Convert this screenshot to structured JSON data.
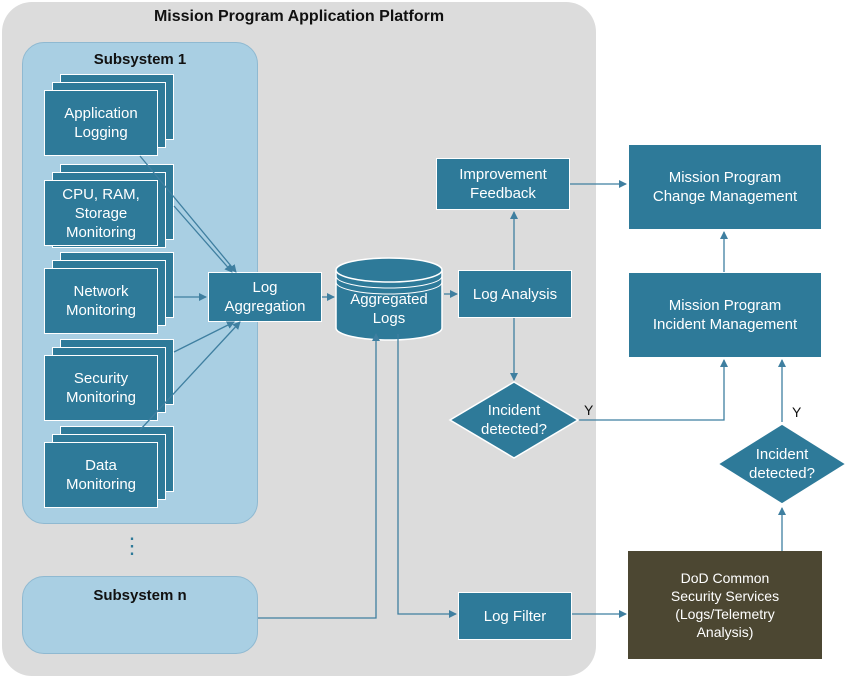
{
  "platform": {
    "title": "Mission Program Application Platform"
  },
  "subsystem1": {
    "title": "Subsystem 1",
    "sources": [
      {
        "line1": "Application",
        "line2": "Logging",
        "line3": "",
        "line4": ""
      },
      {
        "line1": "CPU, RAM,",
        "line2": "Storage",
        "line3": "Monitoring",
        "line4": ""
      },
      {
        "line1": "Network",
        "line2": "Monitoring",
        "line3": "",
        "line4": ""
      },
      {
        "line1": "Security",
        "line2": "Monitoring",
        "line3": "",
        "line4": ""
      },
      {
        "line1": "Data",
        "line2": "Monitoring",
        "line3": "",
        "line4": ""
      }
    ]
  },
  "ellipsis": "⋮",
  "subsystemn": {
    "title": "Subsystem n"
  },
  "log_aggregation": {
    "line1": "Log",
    "line2": "Aggregation"
  },
  "aggregated_logs": {
    "line1": "Aggregated",
    "line2": "Logs"
  },
  "log_analysis": {
    "label": "Log Analysis"
  },
  "improvement_feedback": {
    "line1": "Improvement",
    "line2": "Feedback"
  },
  "incident_left": {
    "line1": "Incident",
    "line2": "detected?",
    "yes_label": "Y"
  },
  "log_filter": {
    "label": "Log Filter"
  },
  "change_mgmt": {
    "line1": "Mission Program",
    "line2": "Change Management"
  },
  "incident_mgmt": {
    "line1": "Mission Program",
    "line2": "Incident Management"
  },
  "incident_right": {
    "line1": "Incident",
    "line2": "detected?",
    "yes_label": "Y"
  },
  "dod": {
    "line1": "DoD Common",
    "line2": "Security Services",
    "line3": "(Logs/Telemetry",
    "line4": "Analysis)"
  },
  "colors": {
    "box": "#2e7a99",
    "subsystem": "#a9cfe3",
    "platform": "#dcdcdc",
    "dod": "#4c4732",
    "arrow": "#3f7fa0"
  }
}
